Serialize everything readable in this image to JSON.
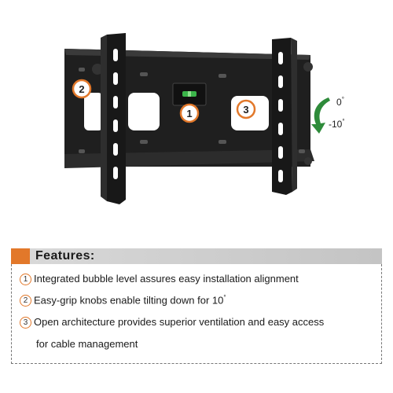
{
  "figure": {
    "callouts": [
      "1",
      "2",
      "3"
    ],
    "tilt_top": "0",
    "tilt_bottom": "-10",
    "degree_symbol": "°",
    "colors": {
      "accent": "#e2782a",
      "arrow": "#2e8b3a",
      "bracket": "#1e1e1e"
    }
  },
  "features": {
    "title": "Features:",
    "items": [
      {
        "number": "1",
        "text": "Integrated bubble level assures easy installation alignment"
      },
      {
        "number": "2",
        "text": "Easy-grip knobs enable tilting down for 10",
        "suffix": "°"
      },
      {
        "number": "3",
        "text": "Open architecture provides superior ventilation and easy access",
        "continuation": "for cable management"
      }
    ]
  }
}
